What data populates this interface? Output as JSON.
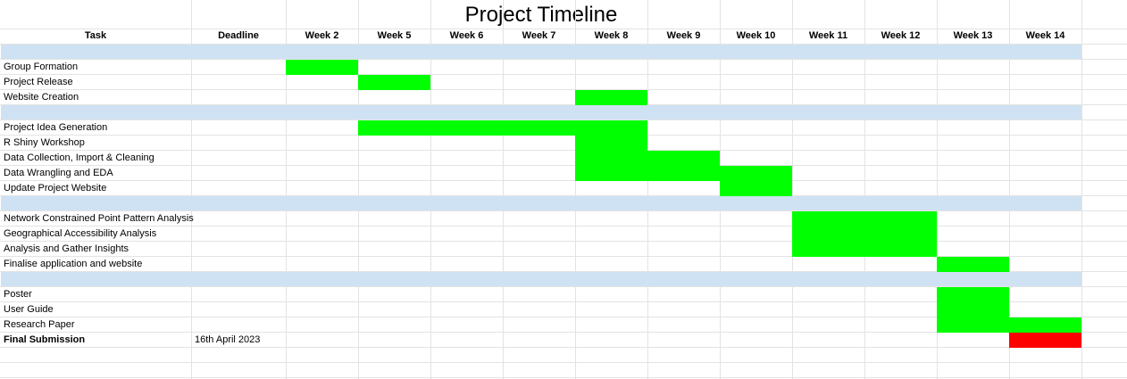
{
  "title": "Project Timeline",
  "headers": {
    "task": "Task",
    "deadline": "Deadline",
    "weeks": [
      "Week 2",
      "Week 5",
      "Week 6",
      "Week 7",
      "Week 8",
      "Week 9",
      "Week 10",
      "Week 11",
      "Week 12",
      "Week 13",
      "Week 14"
    ]
  },
  "colors": {
    "done": "#00ff00",
    "deadline": "#ff0000",
    "section_band": "#cfe2f3",
    "grid": "#e2e3e3"
  },
  "rows": [
    {
      "type": "section"
    },
    {
      "type": "task",
      "label": "Group Formation",
      "deadline": "",
      "bars": [
        [
          "Week 2",
          "Week 2",
          "done"
        ]
      ]
    },
    {
      "type": "task",
      "label": "Project Release",
      "deadline": "",
      "bars": [
        [
          "Week 5",
          "Week 5",
          "done"
        ]
      ]
    },
    {
      "type": "task",
      "label": "Website Creation",
      "deadline": "",
      "bars": [
        [
          "Week 8",
          "Week 8",
          "done"
        ]
      ]
    },
    {
      "type": "section"
    },
    {
      "type": "task",
      "label": "Project Idea Generation",
      "deadline": "",
      "bars": [
        [
          "Week 5",
          "Week 8",
          "done"
        ]
      ]
    },
    {
      "type": "task",
      "label": "R Shiny Workshop",
      "deadline": "",
      "bars": [
        [
          "Week 8",
          "Week 8",
          "done"
        ]
      ]
    },
    {
      "type": "task",
      "label": "Data Collection, Import & Cleaning",
      "deadline": "",
      "bars": [
        [
          "Week 8",
          "Week 9",
          "done"
        ]
      ]
    },
    {
      "type": "task",
      "label": "Data Wrangling and EDA",
      "deadline": "",
      "bars": [
        [
          "Week 8",
          "Week 10",
          "done"
        ]
      ]
    },
    {
      "type": "task",
      "label": "Update Project Website",
      "deadline": "",
      "bars": [
        [
          "Week 10",
          "Week 10",
          "done"
        ]
      ]
    },
    {
      "type": "section"
    },
    {
      "type": "task",
      "label": "Network Constrained Point Pattern Analysis",
      "deadline": "",
      "bars": [
        [
          "Week 11",
          "Week 12",
          "done"
        ]
      ]
    },
    {
      "type": "task",
      "label": "Geographical Accessibility Analysis",
      "deadline": "",
      "bars": [
        [
          "Week 11",
          "Week 12",
          "done"
        ]
      ]
    },
    {
      "type": "task",
      "label": "Analysis and Gather Insights",
      "deadline": "",
      "bars": [
        [
          "Week 11",
          "Week 12",
          "done"
        ]
      ]
    },
    {
      "type": "task",
      "label": "Finalise application and website",
      "deadline": "",
      "bars": [
        [
          "Week 13",
          "Week 13",
          "done"
        ]
      ]
    },
    {
      "type": "section"
    },
    {
      "type": "task",
      "label": "Poster",
      "deadline": "",
      "bars": [
        [
          "Week 13",
          "Week 13",
          "done"
        ]
      ]
    },
    {
      "type": "task",
      "label": "User Guide",
      "deadline": "",
      "bars": [
        [
          "Week 13",
          "Week 13",
          "done"
        ]
      ]
    },
    {
      "type": "task",
      "label": "Research Paper",
      "deadline": "",
      "bars": [
        [
          "Week 13",
          "Week 14",
          "done"
        ]
      ]
    },
    {
      "type": "task",
      "label": "Final Submission",
      "deadline": "16th April 2023",
      "bold": true,
      "bars": [
        [
          "Week 14",
          "Week 14",
          "deadline"
        ]
      ]
    },
    {
      "type": "empty"
    },
    {
      "type": "empty"
    }
  ]
}
